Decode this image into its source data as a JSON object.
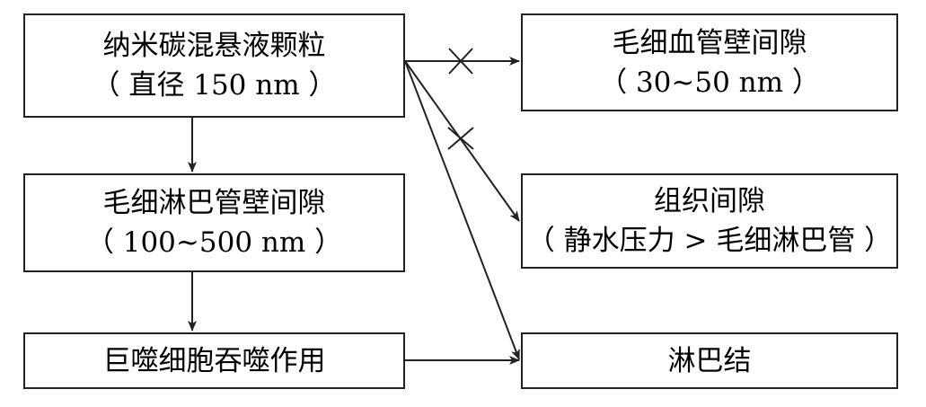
{
  "diagram": {
    "nodes": {
      "nano_suspension": {
        "line1": "纳米碳混悬液颗粒",
        "line2": "（ 直径 150 nm ）"
      },
      "lymph_gap": {
        "line1": "毛细淋巴管壁间隙",
        "line2": "（ 100~500 nm ）"
      },
      "macrophage": {
        "line1": "巨噬细胞吞噬作用"
      },
      "capillary_gap": {
        "line1": "毛细血管壁间隙",
        "line2": "（ 30~50 nm ）"
      },
      "tissue_gap": {
        "line1": "组织间隙",
        "line2": "（ 静水压力 > 毛细淋巴管 ）"
      },
      "lymph_node": {
        "line1": "淋巴结"
      }
    },
    "edges": [
      {
        "from": "nano_suspension",
        "to": "capillary_gap",
        "blocked": true
      },
      {
        "from": "nano_suspension",
        "to": "tissue_gap",
        "blocked": true
      },
      {
        "from": "nano_suspension",
        "to": "lymph_node",
        "blocked": false
      },
      {
        "from": "nano_suspension",
        "to": "lymph_gap",
        "blocked": false
      },
      {
        "from": "lymph_gap",
        "to": "macrophage",
        "blocked": false
      },
      {
        "from": "macrophage",
        "to": "lymph_node",
        "blocked": false
      }
    ]
  }
}
